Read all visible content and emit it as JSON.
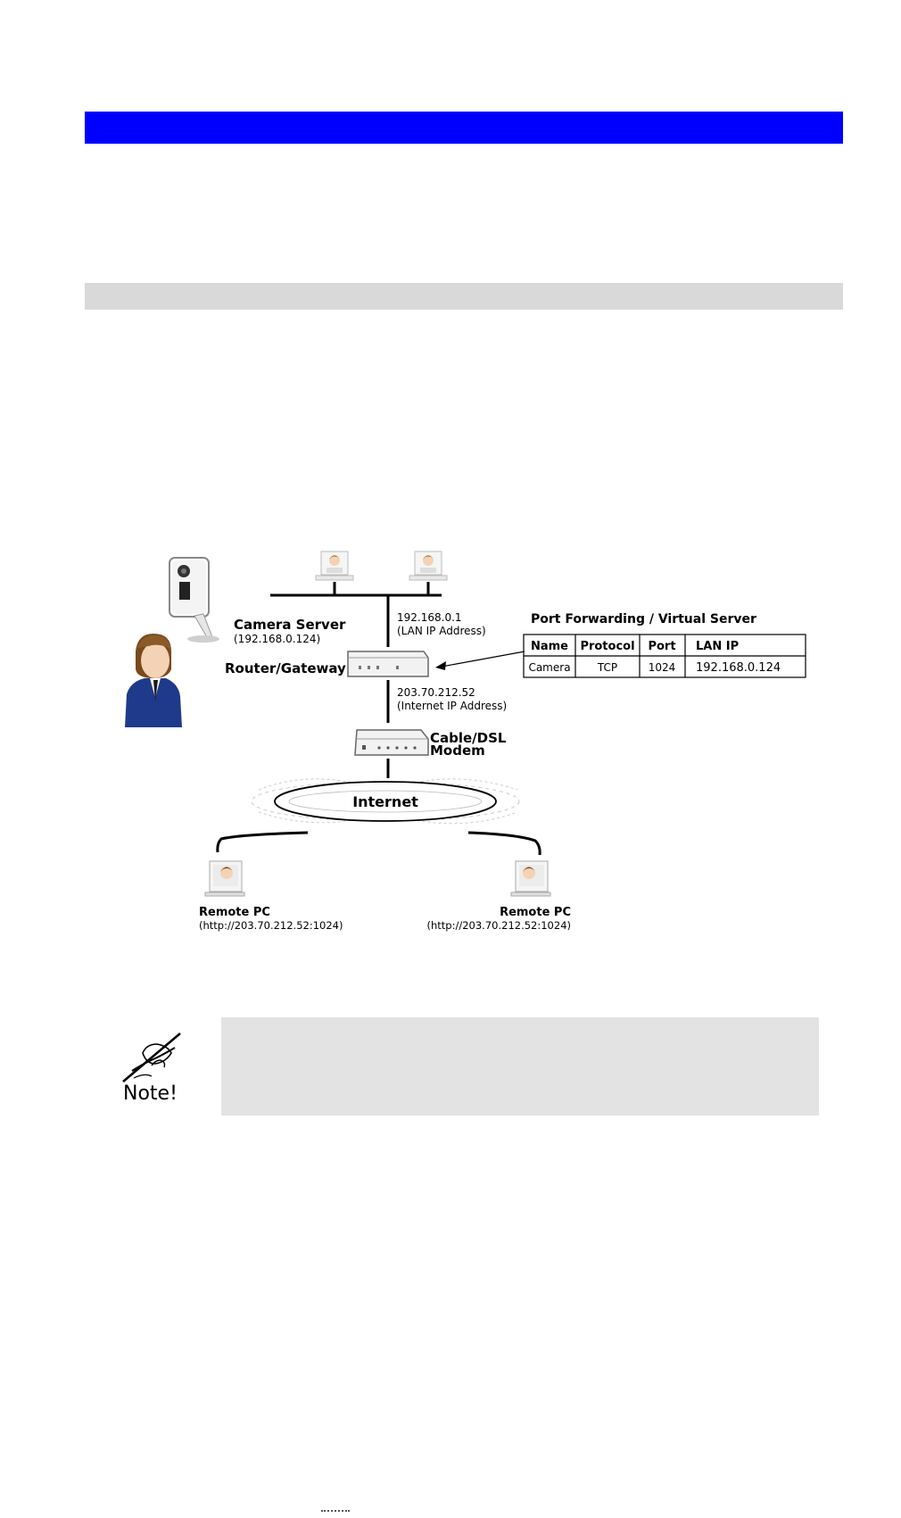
{
  "colors": {
    "header_bar": "#0000ff",
    "section_bar": "#d9d9d9",
    "note_box": "#e3e3e3",
    "person_shirt": "#1f3a8a",
    "line": "#000000"
  },
  "diagram": {
    "camera_server": {
      "title": "Camera Server",
      "ip": "(192.168.0.124)"
    },
    "router": {
      "label": "Router/Gateway",
      "lan_ip": "192.168.0.1",
      "lan_ip_caption": "(LAN IP Address)"
    },
    "internet_link": {
      "ip": "203.70.212.52",
      "caption": "(Internet IP Address)"
    },
    "modem": {
      "line1": "Cable/DSL",
      "line2": "Modem"
    },
    "internet": {
      "label": "Internet"
    },
    "remote_left": {
      "label": "Remote PC",
      "url": "(http://203.70.212.52:1024)"
    },
    "remote_right": {
      "label": "Remote PC",
      "url": "(http://203.70.212.52:1024)"
    },
    "port_forwarding": {
      "title": "Port Forwarding / Virtual Server",
      "headers": [
        "Name",
        "Protocol",
        "Port",
        "LAN IP"
      ],
      "row": [
        "Camera",
        "TCP",
        "1024",
        "192.168.0.124"
      ]
    }
  },
  "note": {
    "label": "Note!"
  }
}
